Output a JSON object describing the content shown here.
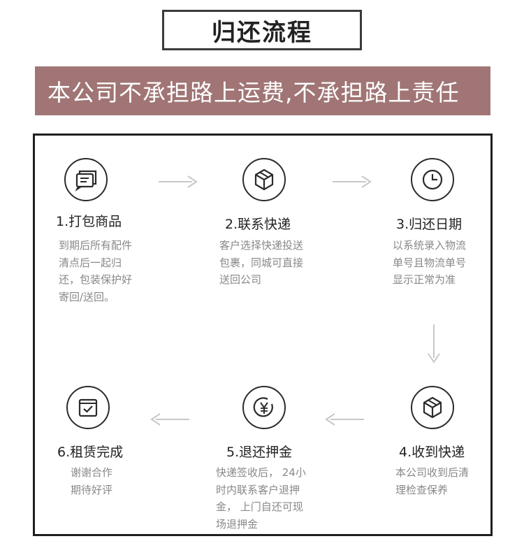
{
  "header": {
    "title": "归还流程"
  },
  "banner": {
    "text": "本公司不承担路上运费,不承担路上责任"
  },
  "steps": [
    {
      "title": "1.打包商品",
      "desc": "到期后所有配件\n清点后一起归\n还，包装保护好\n寄回/送回。",
      "icon": "chat-icon"
    },
    {
      "title": "2.联系快递",
      "desc": "客户选择快递投送\n包裹，同城可直接\n送回公司",
      "icon": "package-icon"
    },
    {
      "title": "3.归还日期",
      "desc": "以系统录入物流\n单号且物流单号\n显示正常为准",
      "icon": "clock-icon"
    },
    {
      "title": "4.收到快递",
      "desc": "本公司收到后清\n理检查保养",
      "icon": "package-icon"
    },
    {
      "title": "5.退还押金",
      "desc": "快递签收后， 24小\n时内联系客户退押\n金， 上门自还可现\n场退押金",
      "icon": "yen-coin-icon"
    },
    {
      "title": "6.租赁完成",
      "desc": "谢谢合作\n期待好评",
      "icon": "checkbox-icon"
    }
  ],
  "colors": {
    "banner_bg": "#a17575",
    "arrow": "#c8c8c8",
    "desc_text": "#888888"
  }
}
